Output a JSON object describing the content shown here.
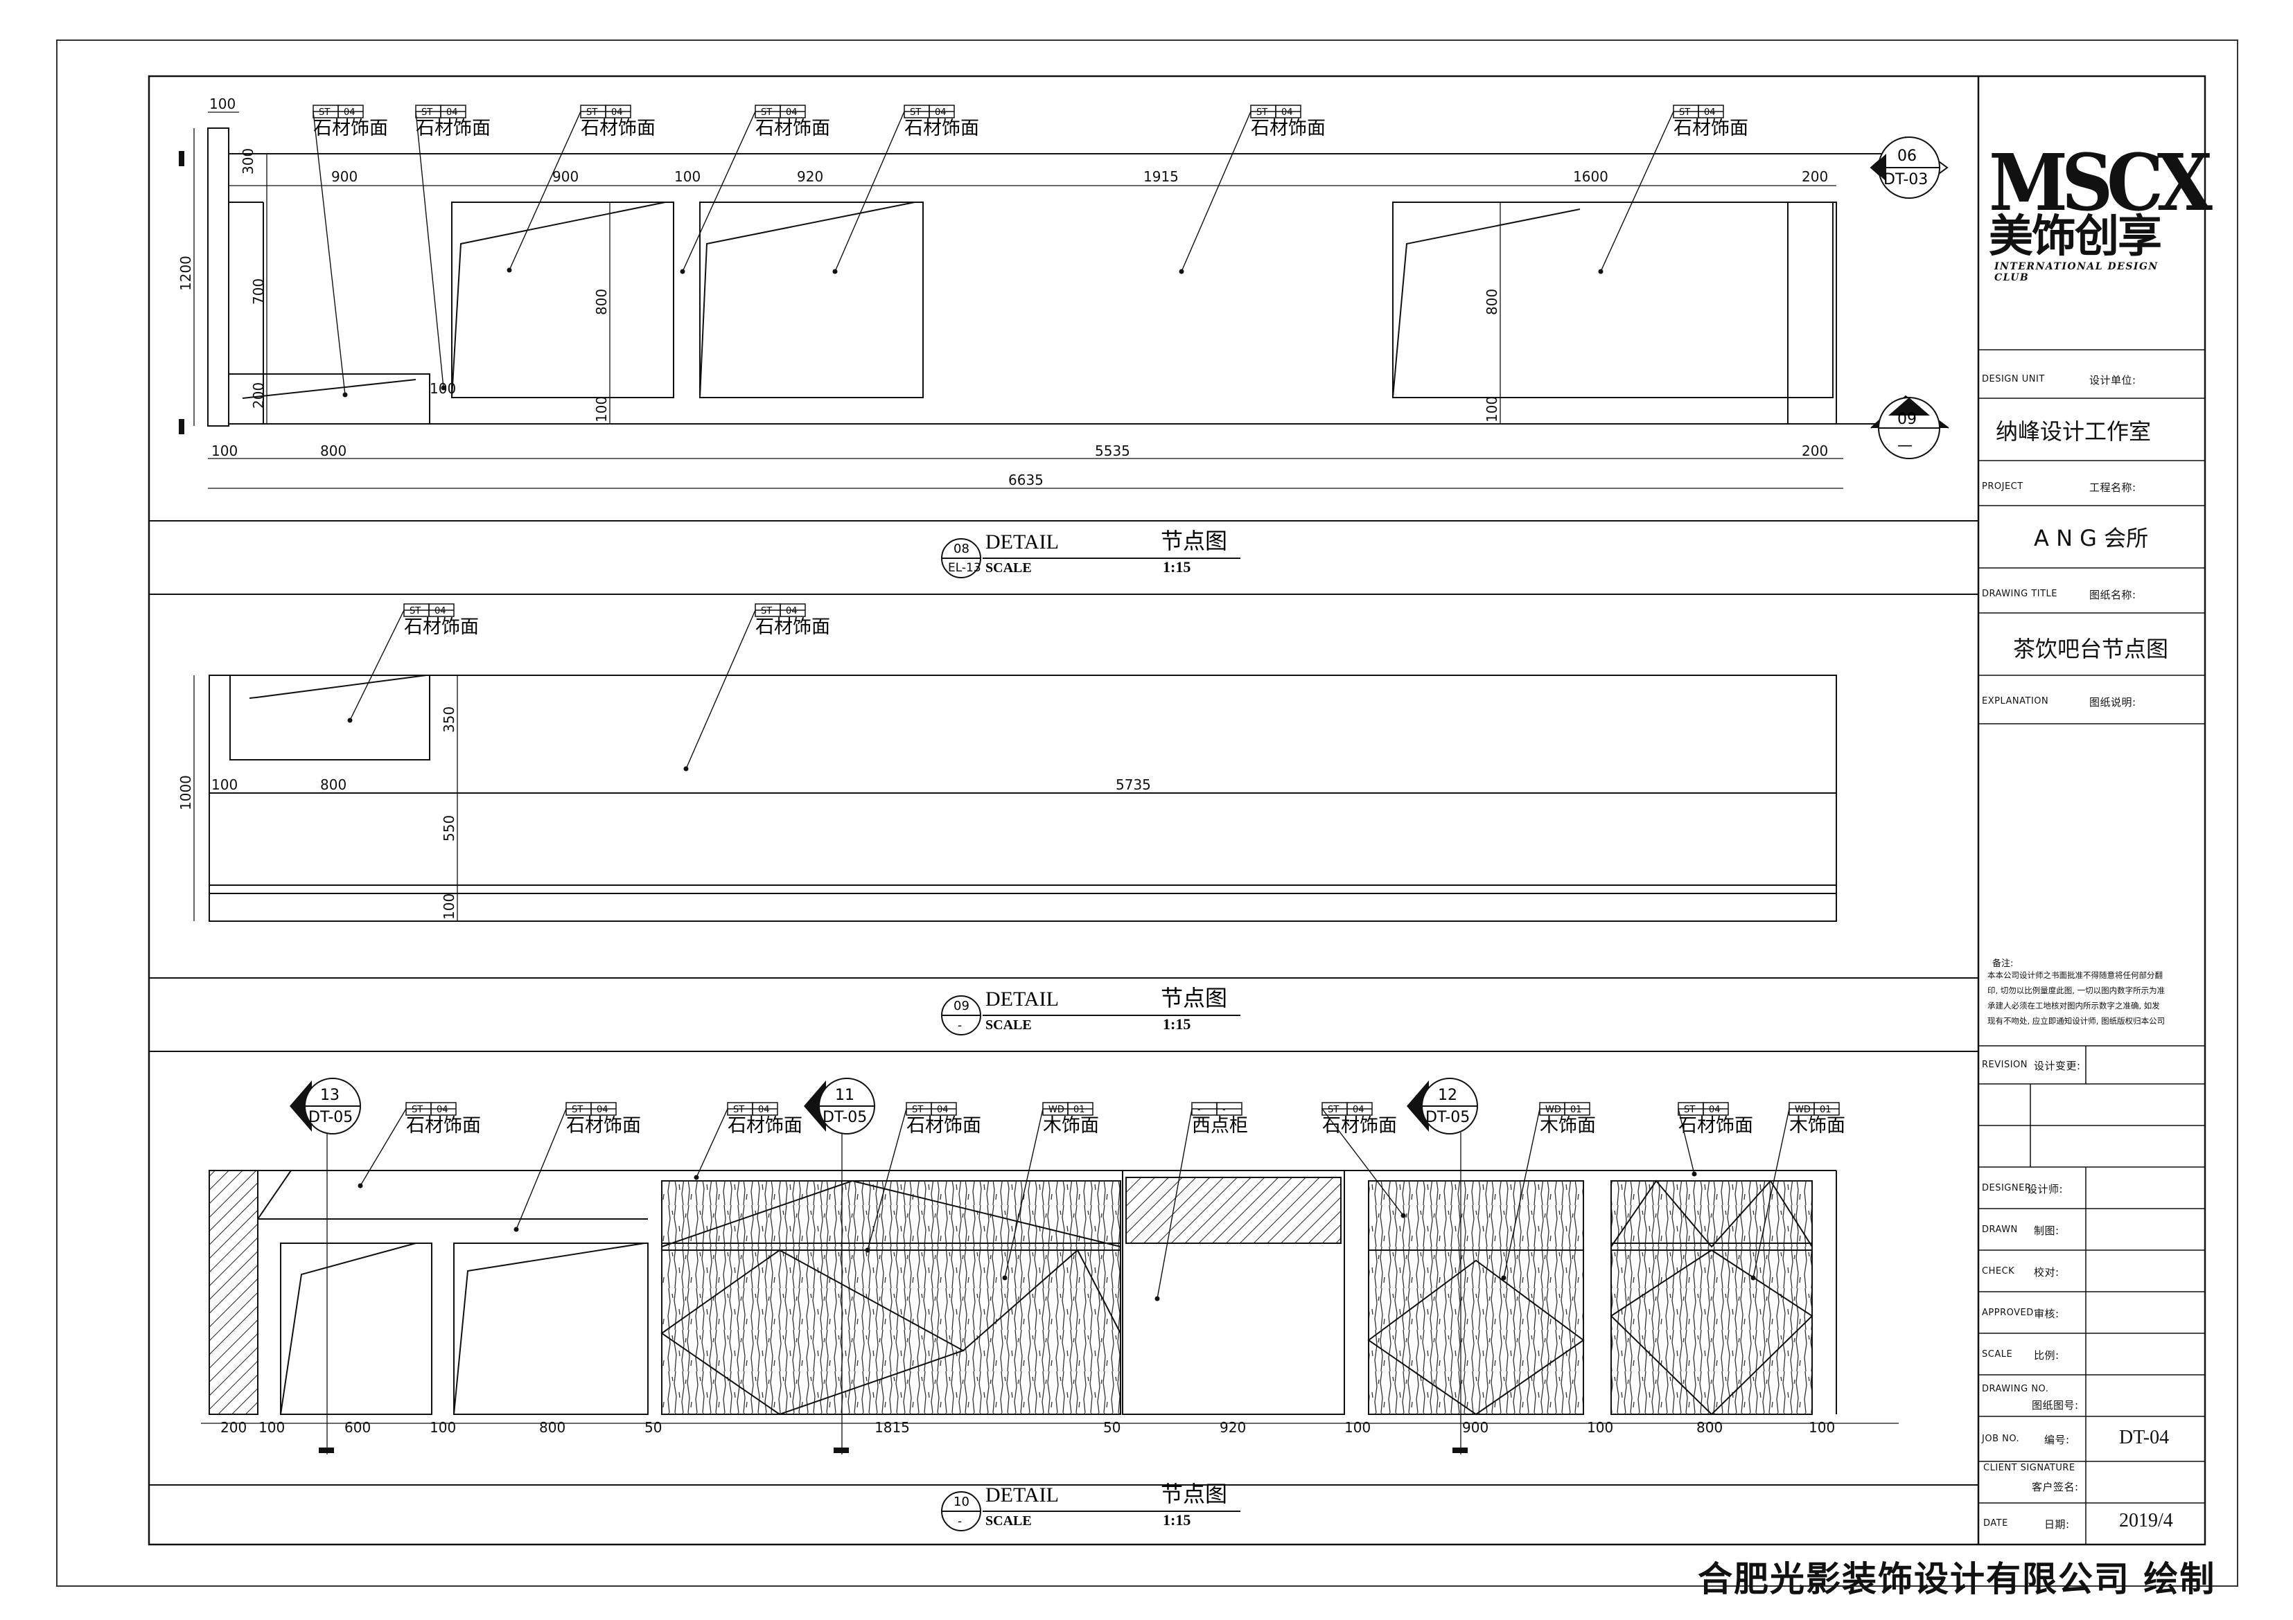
{
  "logo": {
    "main": "MSCX",
    "sub_cn": "美饰创享",
    "sub_en": "INTERNATIONAL DESIGN CLUB"
  },
  "title_block": {
    "design_unit_en": "DESIGN UNIT",
    "design_unit_cn": "设计单位:",
    "design_unit_value": "纳峰设计工作室",
    "project_en": "PROJECT",
    "project_cn": "工程名称:",
    "project_value": "A N G 会所",
    "drawing_title_en": "DRAWING TITLE",
    "drawing_title_cn": "图纸名称:",
    "drawing_title_value": "茶饮吧台节点图",
    "explanation_en": "EXPLANATION",
    "explanation_cn": "图纸说明:",
    "notes_title": "备注:",
    "notes": [
      "本本公司设计师之书面批准不得随意将任何部分翻",
      "印, 切勿以比例量度此图, 一切以图内数字所示为准",
      "承建人必须在工地核对图内所示数字之准确, 如发",
      "现有不吻处, 应立即通知设计师, 图纸版权归本公司"
    ],
    "revision_en": "REVISION",
    "revision_cn": "设计变更:",
    "designer_en": "DESIGNER",
    "designer_cn": "设计师:",
    "drawn_en": "DRAWN",
    "drawn_cn": "制图:",
    "check_en": "CHECK",
    "check_cn": "校对:",
    "approved_en": "APPROVED",
    "approved_cn": "审核:",
    "scale_en": "SCALE",
    "scale_cn": "比例:",
    "drawing_no_en": "DRAWING NO.",
    "drawing_no_cn": "图纸图号:",
    "job_no_en": "JOB NO.",
    "job_no_cn": "编号:",
    "job_no_value": "DT-04",
    "client_en": "CLIENT SIGNATURE",
    "client_cn": "客户签名:",
    "date_en": "DATE",
    "date_cn": "日期:",
    "date_value": "2019/4"
  },
  "footer": "合肥光影装饰设计有限公司 绘制",
  "tags": {
    "st04": [
      "ST",
      "04"
    ],
    "wd01": [
      "WD",
      "01"
    ],
    "blank": [
      "-",
      "-"
    ]
  },
  "labels": {
    "stone": "石材饰面",
    "wood": "木饰面",
    "cabinet": "西点柜"
  },
  "sections": [
    {
      "num": "08",
      "ref": "EL-13",
      "title": "DETAIL",
      "cn": "节点图",
      "scale_en": "SCALE",
      "scale": "1:15"
    },
    {
      "num": "09",
      "ref": "-",
      "title": "DETAIL",
      "cn": "节点图",
      "scale_en": "SCALE",
      "scale": "1:15"
    },
    {
      "num": "10",
      "ref": "-",
      "title": "DETAIL",
      "cn": "节点图",
      "scale_en": "SCALE",
      "scale": "1:15"
    }
  ],
  "callouts": [
    {
      "num": "06",
      "ref": "DT-03"
    },
    {
      "num": "09",
      "ref": "—"
    },
    {
      "num": "13",
      "ref": "DT-05"
    },
    {
      "num": "11",
      "ref": "DT-05"
    },
    {
      "num": "12",
      "ref": "DT-05"
    }
  ],
  "dims": {
    "d1_top": [
      "100",
      "300",
      "900",
      "900",
      "100",
      "920",
      "1915",
      "1600",
      "200"
    ],
    "d1_vert": [
      "1200",
      "700",
      "200",
      "100",
      "800",
      "100",
      "800",
      "100"
    ],
    "d1_bottom": [
      "100",
      "800",
      "5535",
      "200",
      "6635"
    ],
    "d2_vert": [
      "1000",
      "350",
      "550",
      "100"
    ],
    "d2_h": [
      "100",
      "800",
      "5735"
    ],
    "d3_bottom": [
      "200",
      "100",
      "600",
      "100",
      "800",
      "50",
      "1815",
      "50",
      "920",
      "100",
      "900",
      "100",
      "800",
      "100"
    ]
  }
}
